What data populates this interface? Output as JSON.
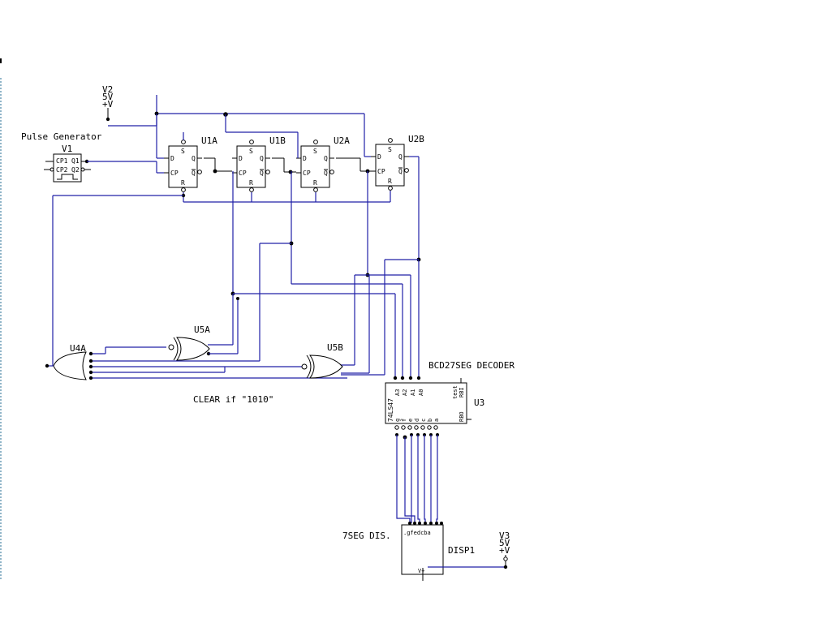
{
  "labels": {
    "v2_name": "V2",
    "v2_volt": "5V",
    "v2_plus": "+V",
    "v3_name": "V3",
    "v3_volt": "5V",
    "v3_plus": "+V",
    "pulse_title": "Pulse Generator",
    "v1_name": "V1",
    "v1_cp1": "CP1",
    "v1_cp2": "CP2",
    "v1_q1": "Q1",
    "v1_q2": "Q2",
    "u1a": "U1A",
    "u1b": "U1B",
    "u2a": "U2A",
    "u2b": "U2B",
    "u5a": "U5A",
    "u5b": "U5B",
    "u4a": "U4A",
    "u3": "U3",
    "disp1": "DISP1",
    "decoder_title": "BCD27SEG DECODER",
    "clear_note": "CLEAR if \"1010\"",
    "disp_title": "7SEG DIS.",
    "ff_d": "D",
    "ff_cp": "CP",
    "ff_s": "S",
    "ff_r": "R",
    "ff_q": "Q",
    "ic_name": "74LS47",
    "ic_a3": "A3",
    "ic_a2": "A2",
    "ic_a1": "A1",
    "ic_a0": "A0",
    "ic_test": "test",
    "ic_rbi": "RBI",
    "ic_rbo": "RBO",
    "ic_outs": [
      "g",
      "f",
      "e",
      "d",
      "c",
      "b",
      "a"
    ],
    "disp_pins": ".gfedcba",
    "disp_vplus": "V+"
  }
}
